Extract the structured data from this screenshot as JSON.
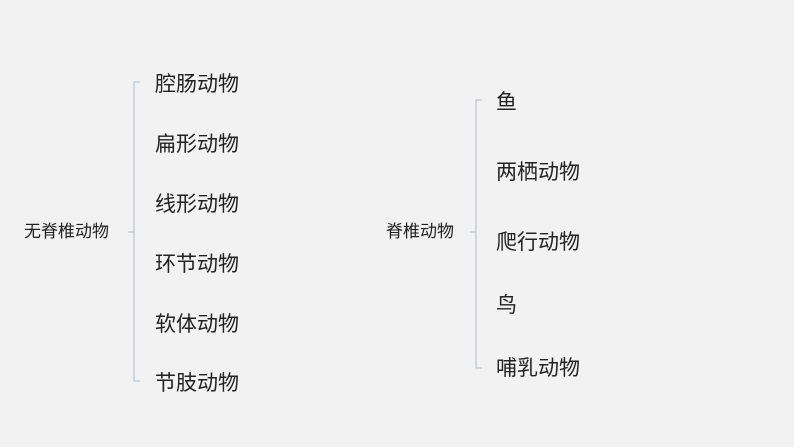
{
  "invertebrates": {
    "label": "无脊椎动物",
    "items": [
      "腔肠动物",
      "扁形动物",
      "线形动物",
      "环节动物",
      "软体动物",
      "节肢动物"
    ]
  },
  "vertebrates": {
    "label": "脊椎动物",
    "items": [
      "鱼",
      "两栖动物",
      "爬行动物",
      "鸟",
      "哺乳动物"
    ]
  },
  "colors": {
    "background": "#f2f2f2",
    "bracket": "#b8c4cf",
    "text": "#222222"
  }
}
